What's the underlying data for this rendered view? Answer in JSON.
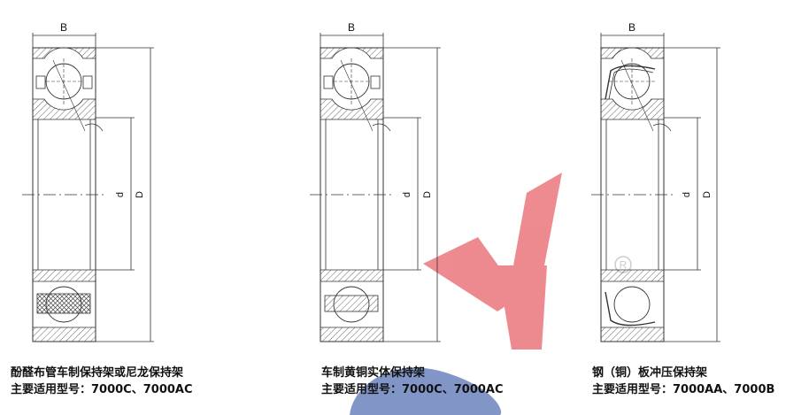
{
  "diagrams": [
    {
      "label_B": "B",
      "label_d": "d",
      "label_D": "D",
      "caption_line1": "酚醛布管车制保持架或尼龙保持架",
      "caption_line2": "主要适用型号：7000C、7000AC"
    },
    {
      "label_B": "B",
      "label_d": "d",
      "label_D": "D",
      "caption_line1": "车制黄铜实体保持架",
      "caption_line2": "主要适用型号：7000C、7000AC"
    },
    {
      "label_B": "B",
      "label_d": "d",
      "label_D": "D",
      "caption_line1": "钢（铜）板冲压保持架",
      "caption_line2": "主要适用型号：7000AA、7000B"
    }
  ],
  "watermark": {
    "letter": "Y",
    "registered_mark": "R",
    "color_y": "#e8646b",
    "color_base": "#3a5aa8"
  },
  "colors": {
    "line": "#333333",
    "hatch": "#555555"
  }
}
